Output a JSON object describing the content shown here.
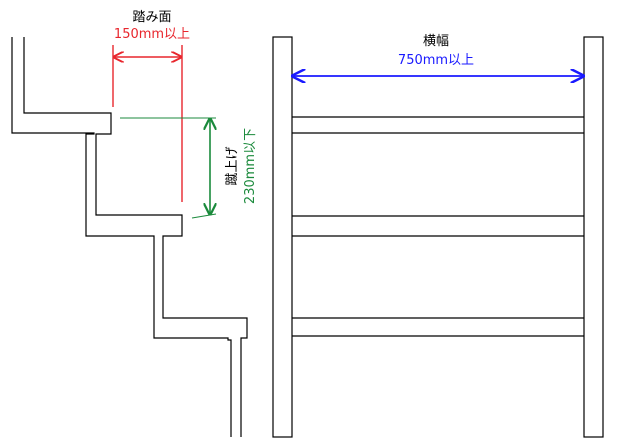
{
  "side_view": {
    "tread_title": "踏み面",
    "tread_value": "150mm以上",
    "riser_title": "蹴上げ",
    "riser_value": "230mm以下"
  },
  "front_view": {
    "width_title": "横幅",
    "width_value": "750mm以上"
  },
  "colors": {
    "outline": "#000000",
    "tread_dim": "#e8262d",
    "riser_dim": "#1b8a3c",
    "width_dim": "#1a1aff"
  }
}
